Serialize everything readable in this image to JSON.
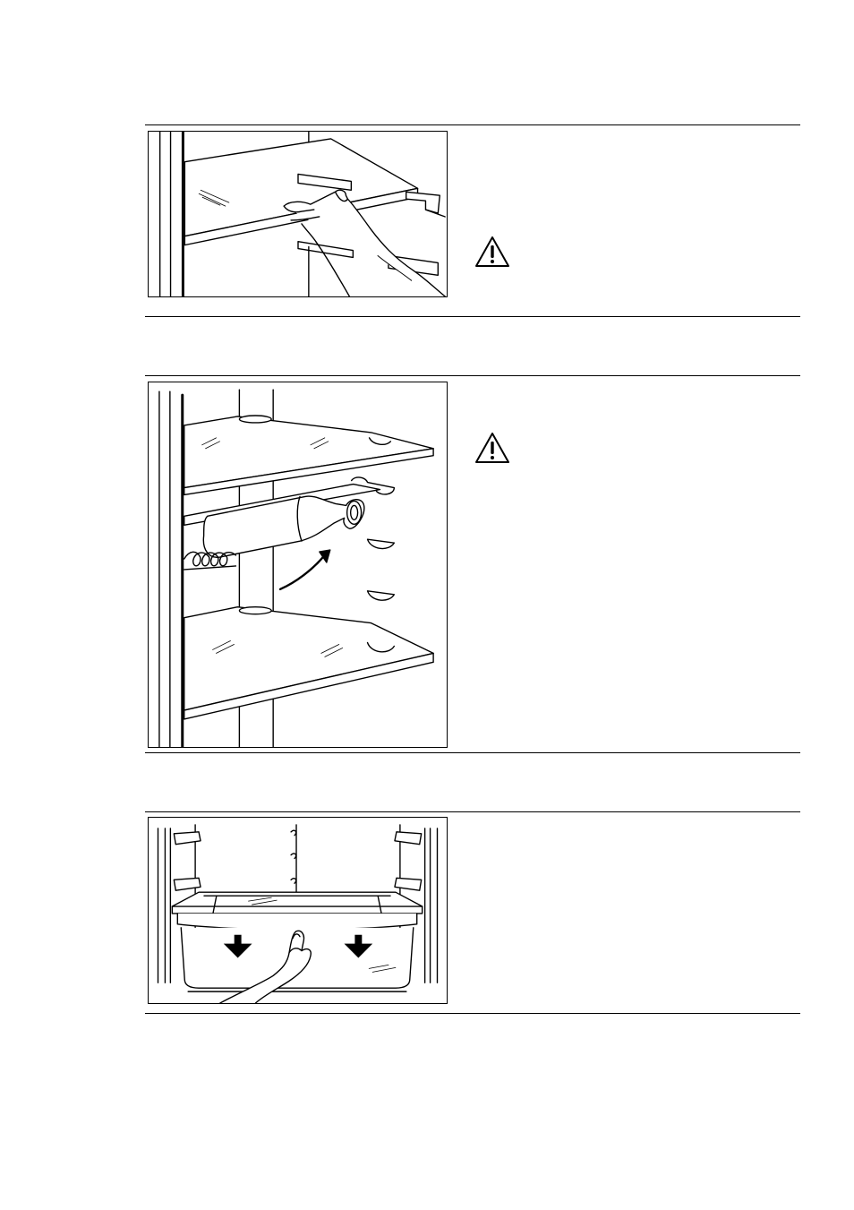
{
  "sections": [
    {
      "figure_icon": "shelf-adjust-illustration",
      "warning_icon": "warning-triangle-icon",
      "text": ""
    },
    {
      "figure_icon": "bottle-rack-illustration",
      "warning_icon": "warning-triangle-icon",
      "text": ""
    },
    {
      "figure_icon": "drawer-removal-illustration",
      "text": ""
    }
  ]
}
